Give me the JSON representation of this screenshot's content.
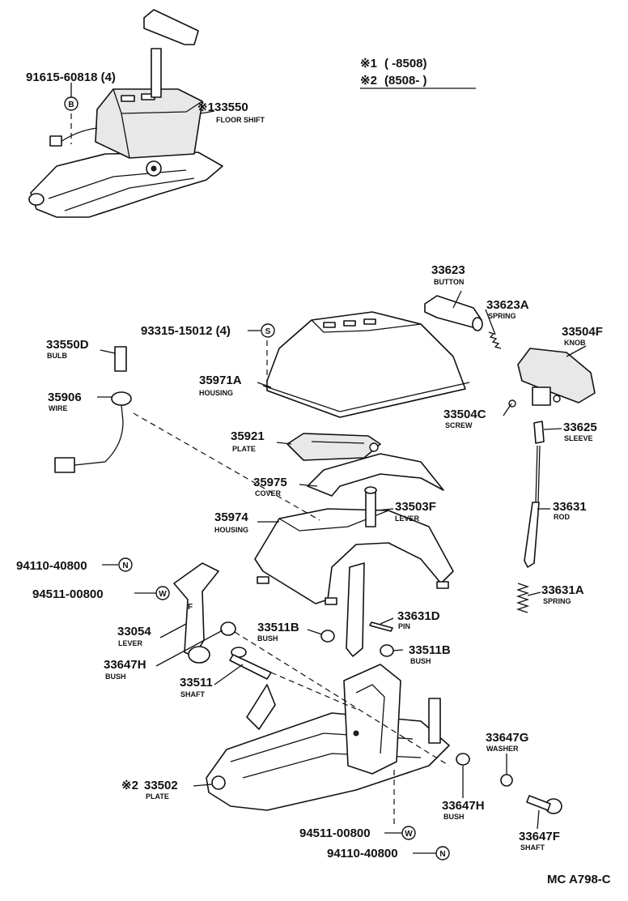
{
  "legend": {
    "note1_symbol": "※1",
    "note1_text": "(       -8508)",
    "note2_symbol": "※2",
    "note2_text": "(8508-        )"
  },
  "diagram_code": "MC A798-C",
  "callouts": [
    {
      "key": "c01",
      "number": "91615-60818 (4)",
      "name": "",
      "mark": ""
    },
    {
      "key": "c02",
      "number": "33550",
      "name": "FLOOR SHIFT",
      "mark": "※1"
    },
    {
      "key": "c03",
      "number": "33623",
      "name": "BUTTON",
      "mark": ""
    },
    {
      "key": "c04",
      "number": "33623A",
      "name": "SPRING",
      "mark": ""
    },
    {
      "key": "c05",
      "number": "93315-15012 (4)",
      "name": "",
      "mark": ""
    },
    {
      "key": "c06",
      "number": "33504F",
      "name": "KNOB",
      "mark": ""
    },
    {
      "key": "c07",
      "number": "33550D",
      "name": "BULB",
      "mark": ""
    },
    {
      "key": "c08",
      "number": "35971A",
      "name": "HOUSING",
      "mark": ""
    },
    {
      "key": "c09",
      "number": "35906",
      "name": "WIRE",
      "mark": ""
    },
    {
      "key": "c10",
      "number": "33504C",
      "name": "SCREW",
      "mark": ""
    },
    {
      "key": "c11",
      "number": "33625",
      "name": "SLEEVE",
      "mark": ""
    },
    {
      "key": "c12",
      "number": "35921",
      "name": "PLATE",
      "mark": ""
    },
    {
      "key": "c13",
      "number": "35975",
      "name": "COVER",
      "mark": ""
    },
    {
      "key": "c14",
      "number": "33631",
      "name": "ROD",
      "mark": ""
    },
    {
      "key": "c15",
      "number": "33503F",
      "name": "LEVER",
      "mark": ""
    },
    {
      "key": "c16",
      "number": "35974",
      "name": "HOUSING",
      "mark": ""
    },
    {
      "key": "c17",
      "number": "94110-40800",
      "name": "",
      "mark": ""
    },
    {
      "key": "c18",
      "number": "33631A",
      "name": "SPRING",
      "mark": ""
    },
    {
      "key": "c19",
      "number": "94511-00800",
      "name": "",
      "mark": ""
    },
    {
      "key": "c20",
      "number": "33631D",
      "name": "PIN",
      "mark": ""
    },
    {
      "key": "c21",
      "number": "33054",
      "name": "LEVER",
      "mark": ""
    },
    {
      "key": "c22",
      "number": "33511B",
      "name": "BUSH",
      "mark": ""
    },
    {
      "key": "c23",
      "number": "33511B",
      "name": "BUSH",
      "mark": ""
    },
    {
      "key": "c24",
      "number": "33647H",
      "name": "BUSH",
      "mark": ""
    },
    {
      "key": "c25",
      "number": "33511",
      "name": "SHAFT",
      "mark": ""
    },
    {
      "key": "c26",
      "number": "33647G",
      "name": "WASHER",
      "mark": ""
    },
    {
      "key": "c27",
      "number": "33502",
      "name": "PLATE",
      "mark": "※2"
    },
    {
      "key": "c28",
      "number": "33647H",
      "name": "BUSH",
      "mark": ""
    },
    {
      "key": "c29",
      "number": "33647F",
      "name": "SHAFT",
      "mark": ""
    },
    {
      "key": "c30",
      "number": "94511-00800",
      "name": "",
      "mark": ""
    },
    {
      "key": "c31",
      "number": "94110-40800",
      "name": "",
      "mark": ""
    }
  ],
  "symbols": {
    "b": "B",
    "s": "S",
    "n": "N",
    "w": "W"
  }
}
